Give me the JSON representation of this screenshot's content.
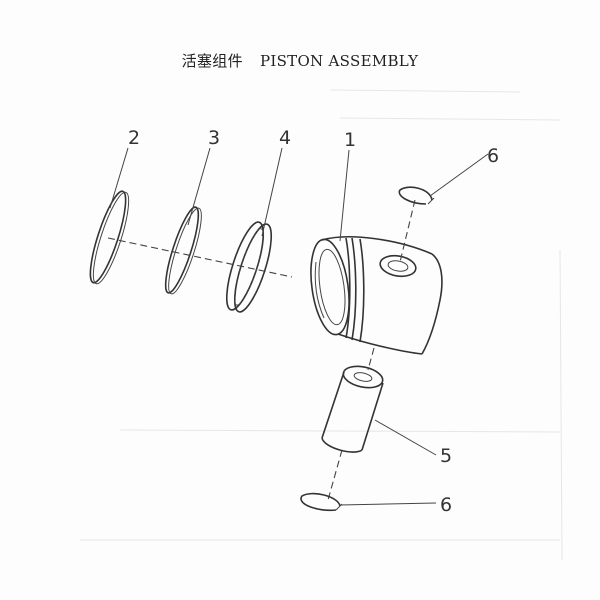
{
  "title": {
    "chinese": "活塞组件",
    "english": "PISTON ASSEMBLY"
  },
  "callouts": {
    "c1": "1",
    "c2": "2",
    "c3": "3",
    "c4": "4",
    "c5": "5",
    "c6_top": "6",
    "c6_bottom": "6"
  }
}
